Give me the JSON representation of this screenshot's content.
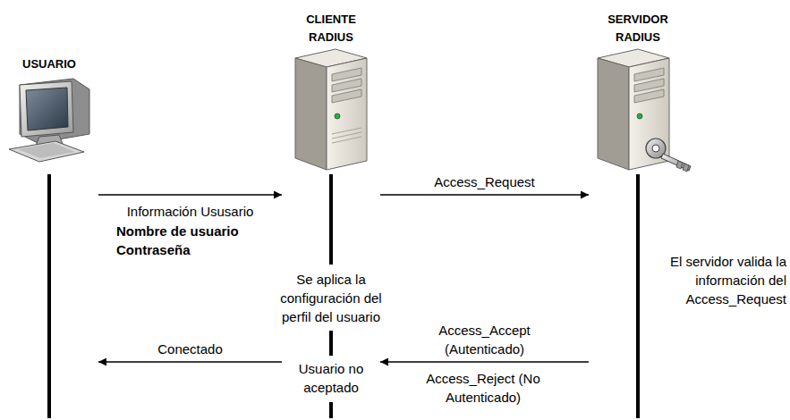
{
  "diagram": {
    "nodes": [
      {
        "text": [
          "USUARIO"
        ]
      },
      {
        "text": [
          "CLIENTE RADIUS"
        ]
      },
      {
        "text": [
          "SERVIDOR RADIUS"
        ]
      }
    ],
    "edges": [
      {
        "from": 0,
        "to": 1,
        "arrow": "to",
        "label": "Información Ususario"
      },
      {
        "from": 1,
        "to": 2,
        "arrow": "to",
        "label": "Access_Request"
      },
      {
        "from": 2,
        "to": 1,
        "arrow": "to",
        "label": "Access_Accept (Autenticado)"
      },
      {
        "from": 1,
        "to": 0,
        "arrow": "to",
        "label": "Conectado"
      }
    ],
    "labels": [
      "Nombre de usuario",
      "Contraseña",
      "Se aplica la configuración del perfil del usuario",
      "El servidor valida la información del Access_Request",
      "Access_Reject (No Autenticado)",
      "Usuario no aceptado"
    ]
  }
}
